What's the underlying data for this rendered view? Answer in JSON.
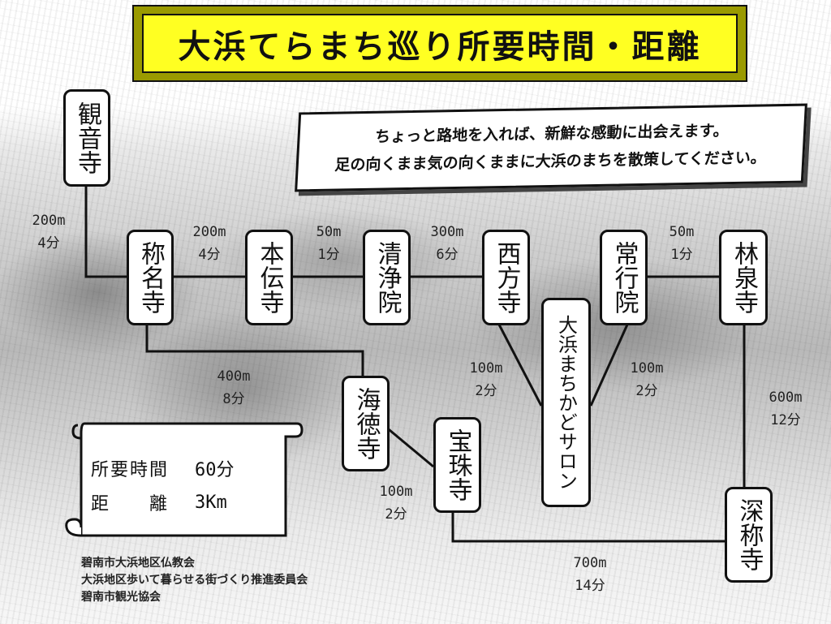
{
  "title": "大浜てらまち巡り所要時間・距離",
  "intro": {
    "line1": "ちょっと路地を入れば、新鮮な感動に出会えます。",
    "line2": "足の向くまま気の向くままに大浜のまちを散策してください。"
  },
  "nodes": [
    {
      "id": "kannonji",
      "name": "観音寺"
    },
    {
      "id": "shomyoji",
      "name": "称名寺"
    },
    {
      "id": "hondenji",
      "name": "本伝寺"
    },
    {
      "id": "seijoin",
      "name": "清浄院"
    },
    {
      "id": "saihoji",
      "name": "西方寺"
    },
    {
      "id": "jogyoin",
      "name": "常行院"
    },
    {
      "id": "rinsenji",
      "name": "林泉寺"
    },
    {
      "id": "kaitokuji",
      "name": "海徳寺"
    },
    {
      "id": "hojuji",
      "name": "宝珠寺"
    },
    {
      "id": "salon",
      "name": "大浜まちかどサロン"
    },
    {
      "id": "jinshoji",
      "name": "深称寺"
    }
  ],
  "edges": [
    {
      "from": "kannonji",
      "to": "shomyoji",
      "distance": "200m",
      "time": "4分"
    },
    {
      "from": "shomyoji",
      "to": "hondenji",
      "distance": "200m",
      "time": "4分"
    },
    {
      "from": "hondenji",
      "to": "seijoin",
      "distance": "50m",
      "time": "1分"
    },
    {
      "from": "seijoin",
      "to": "saihoji",
      "distance": "300m",
      "time": "6分"
    },
    {
      "from": "jogyoin",
      "to": "rinsenji",
      "distance": "50m",
      "time": "1分"
    },
    {
      "from": "shomyoji",
      "to": "kaitokuji",
      "distance": "400m",
      "time": "8分"
    },
    {
      "from": "saihoji",
      "to": "salon",
      "distance": "100m",
      "time": "2分"
    },
    {
      "from": "jogyoin",
      "to": "salon",
      "distance": "100m",
      "time": "2分"
    },
    {
      "from": "rinsenji",
      "to": "jinshoji",
      "distance": "600m",
      "time": "12分"
    },
    {
      "from": "kaitokuji",
      "to": "hojuji",
      "distance": "100m",
      "time": "2分"
    },
    {
      "from": "hojuji",
      "to": "jinshoji",
      "distance": "700m",
      "time": "14分"
    }
  ],
  "summary": {
    "time_label": "所要時間",
    "time_value": "60分",
    "distance_label": "距　　離",
    "distance_value": "3Km"
  },
  "credits": [
    "碧南市大浜地区仏教会",
    "大浜地区歩いて暮らせる街づくり推進委員会",
    "碧南市観光協会"
  ],
  "colors": {
    "title_fill": "#ffff22",
    "line": "#111111"
  }
}
